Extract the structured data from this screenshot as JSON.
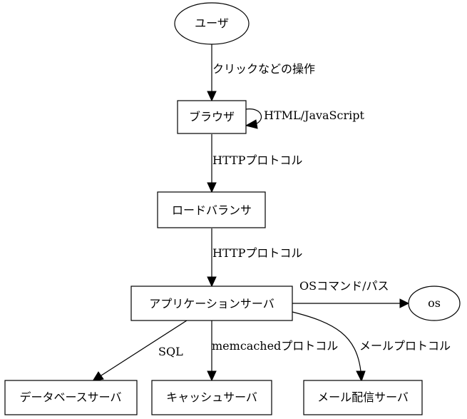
{
  "nodes": {
    "user": "ユーザ",
    "browser": "ブラウザ",
    "load_balancer": "ロードバランサ",
    "app_server": "アプリケーションサーバ",
    "os": "os",
    "db_server": "データベースサーバ",
    "cache_server": "キャッシュサーバ",
    "mail_server": "メール配信サーバ"
  },
  "edges": {
    "user_browser": "クリックなどの操作",
    "browser_self": "HTML/JavaScript",
    "browser_lb": "HTTPプロトコル",
    "lb_app": "HTTPプロトコル",
    "app_os": "OSコマンド/パス",
    "app_db": "SQL",
    "app_cache": "memcachedプロトコル",
    "app_mail": "メールプロトコル"
  }
}
